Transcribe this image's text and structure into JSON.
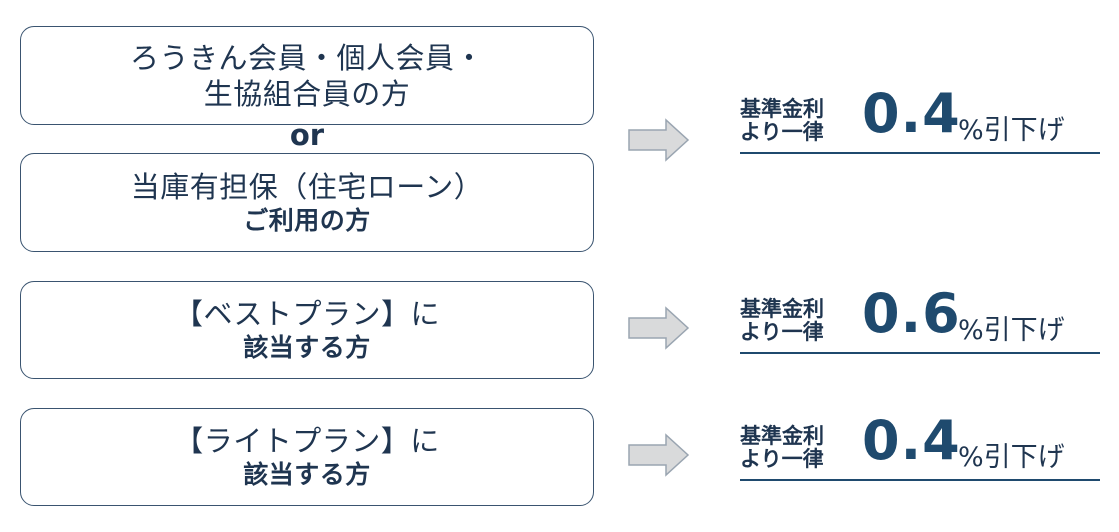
{
  "groups": [
    {
      "boxes": [
        {
          "line1": "ろうきん会員・個人会員・",
          "line2": "生協組合員の方"
        },
        {
          "line1": "当庫有担保（住宅ローン）",
          "line2": "ご利用の方"
        }
      ],
      "connector": "or",
      "rate": {
        "label_line1": "基準金利",
        "label_line2": "より一律",
        "value": "0.4",
        "suffix": "%引下げ"
      }
    },
    {
      "boxes": [
        {
          "line1": "【ベストプラン】に",
          "line2": "該当する方"
        }
      ],
      "rate": {
        "label_line1": "基準金利",
        "label_line2": "より一律",
        "value": "0.6",
        "suffix": "%引下げ"
      }
    },
    {
      "boxes": [
        {
          "line1": "【ライトプラン】に",
          "line2": "該当する方"
        }
      ],
      "rate": {
        "label_line1": "基準金利",
        "label_line2": "より一律",
        "value": "0.4",
        "suffix": "%引下げ"
      }
    }
  ],
  "colors": {
    "navy": "#1f4a6e",
    "text": "#1f3550",
    "arrow_fill": "#d9dadb",
    "arrow_stroke": "#9aa5b1",
    "border": "#3a5470"
  },
  "icons": {
    "arrow": "right-arrow-icon"
  }
}
